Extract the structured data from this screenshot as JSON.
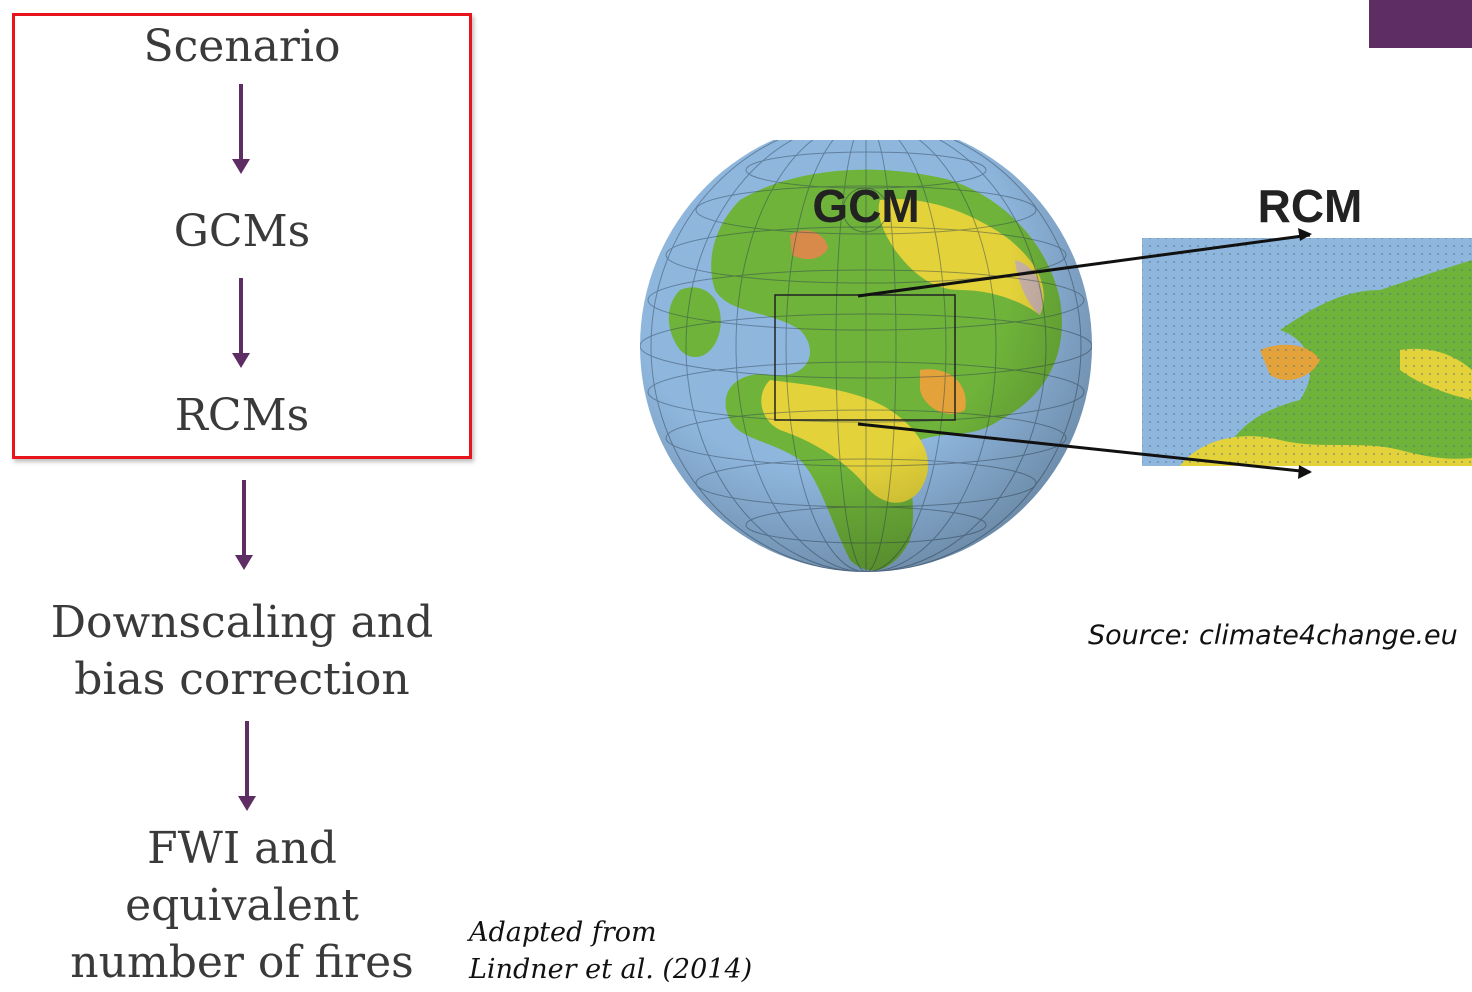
{
  "flow": {
    "steps": [
      "Scenario",
      "GCMs",
      "RCMs",
      "Downscaling and",
      "bias correction",
      "FWI and",
      "equivalent",
      "number of fires"
    ]
  },
  "figure": {
    "gcm_label": "GCM",
    "rcm_label": "RCM",
    "source": "Source: climate4change.eu"
  },
  "credit": {
    "line1": "Adapted from",
    "line2": "Lindner et al. (2014)"
  },
  "colors": {
    "accent": "#5e2d64",
    "highlight_box": "#e8141b",
    "ocean": "#8fb7de",
    "land_green": "#6fb33a",
    "land_yellow": "#e3d23a"
  }
}
